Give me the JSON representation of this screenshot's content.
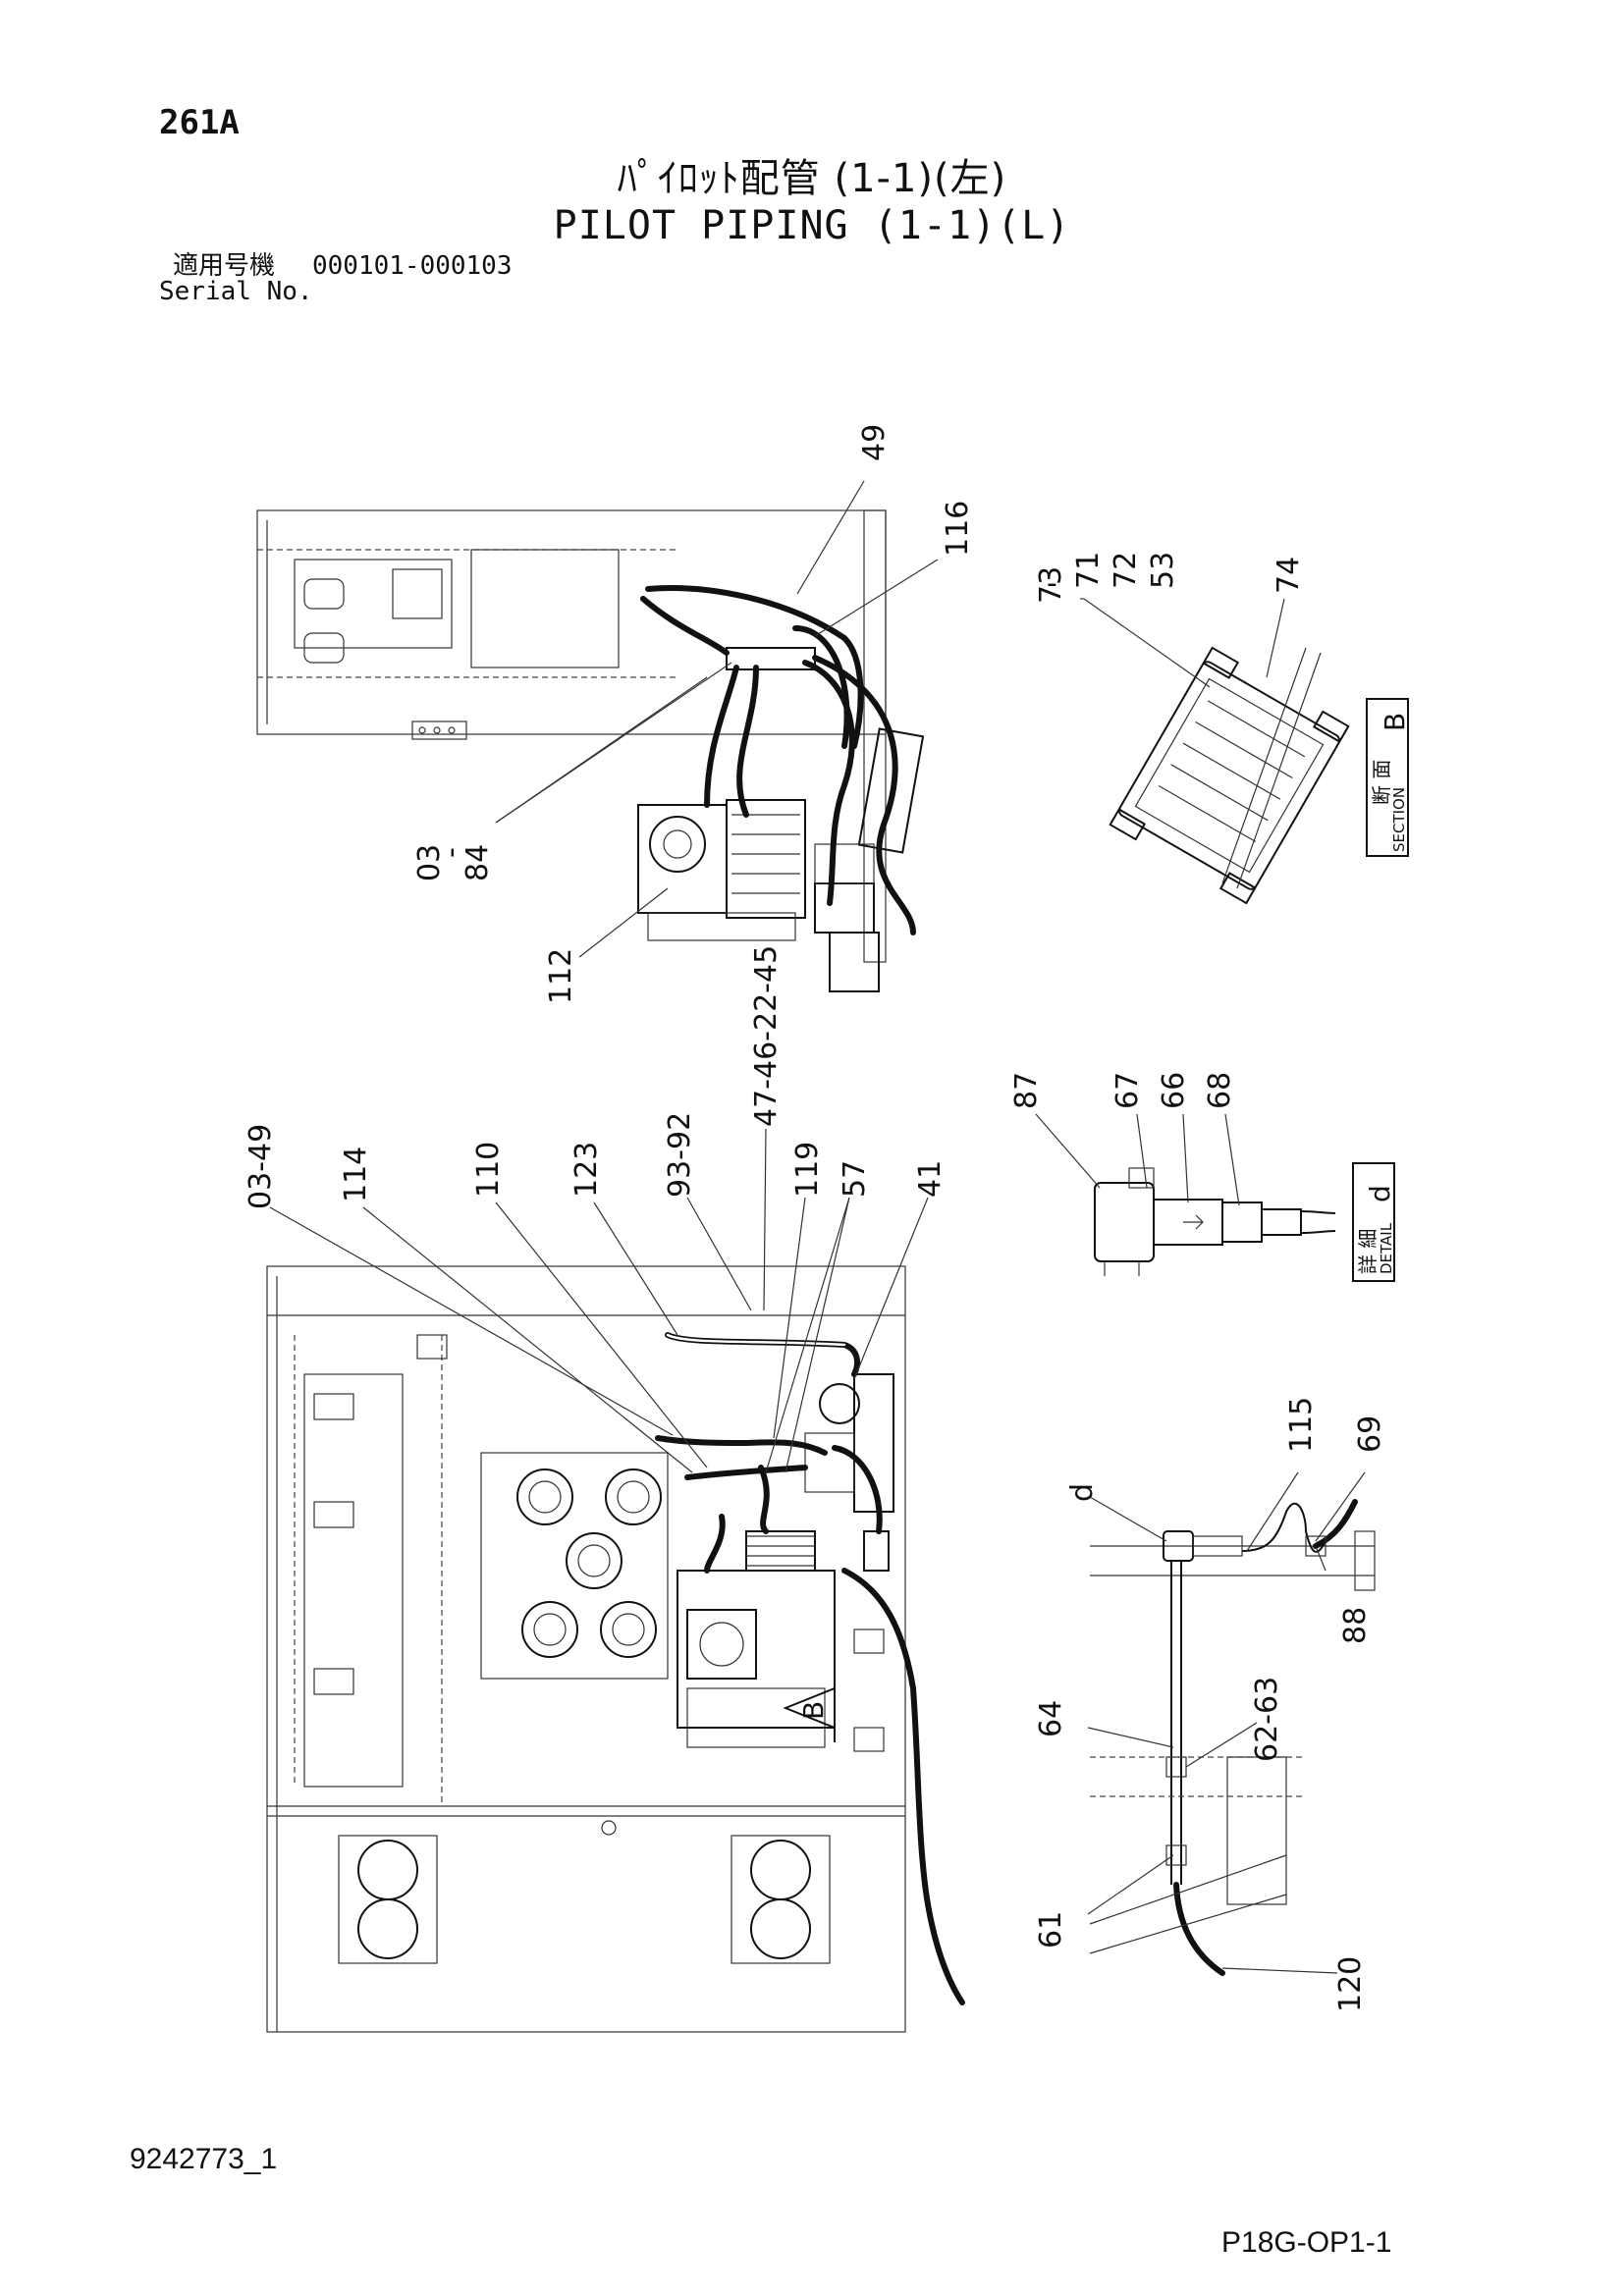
{
  "header": {
    "page_code": "261A",
    "title_jp": "ﾊﾟｲﾛｯﾄ配管 (1-1)(左)",
    "title_en": "PILOT PIPING (1-1)(L)",
    "serial_label_jp": "適用号機",
    "serial_range": "000101-000103",
    "serial_label_en": "Serial No."
  },
  "callouts": {
    "top_view": [
      "49",
      "116",
      "03\n|\n84",
      "112"
    ],
    "section_b": [
      "73",
      "71",
      "72",
      "53",
      "74"
    ],
    "main_view": [
      "03-49",
      "114",
      "110",
      "123",
      "93-92",
      "47-46-22-45",
      "119",
      "57",
      "41"
    ],
    "detail_d": [
      "87",
      "67",
      "66",
      "68"
    ],
    "side_view": [
      "d",
      "115",
      "69",
      "88",
      "62-63",
      "64",
      "61",
      "120"
    ]
  },
  "view_labels": {
    "section_b_jp": "断 面",
    "section_b_en": "SECTION",
    "section_b_letter": "B",
    "detail_d_jp": "詳 細",
    "detail_d_en": "DETAIL",
    "detail_d_letter": "d",
    "view_arrow_letter": "B"
  },
  "footer": {
    "doc_number": "9242773_1",
    "sheet_code": "P18G-OP1-1"
  }
}
